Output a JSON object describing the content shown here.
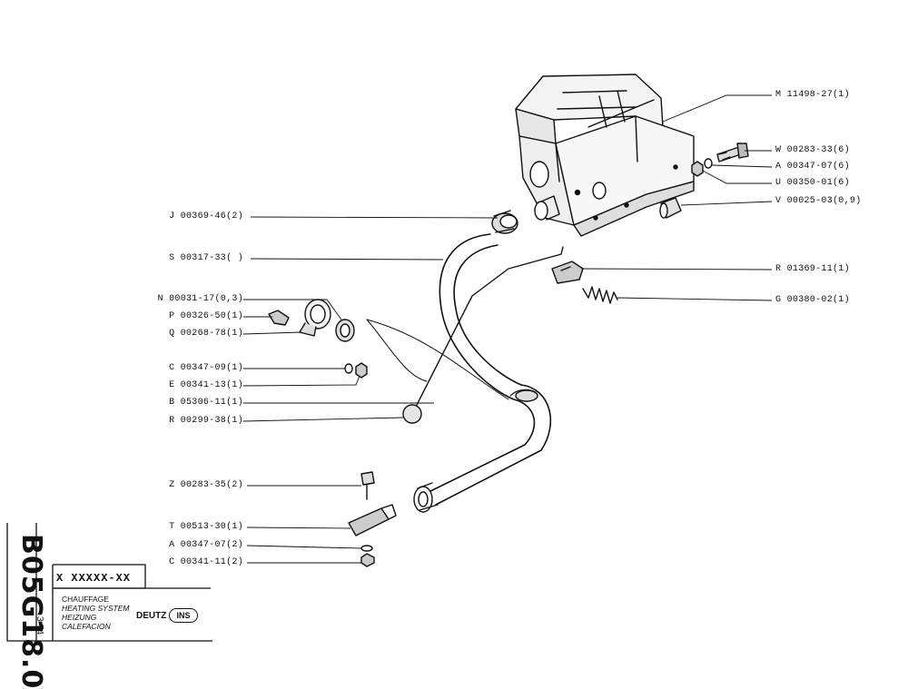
{
  "parts_left": [
    {
      "code": "J 00369-46(2)"
    },
    {
      "code": "S 00317-33(  )"
    },
    {
      "code": "N 00031-17(0,3)"
    },
    {
      "code": "P 00326-50(1)"
    },
    {
      "code": "Q 00268-78(1)"
    },
    {
      "code": "C 00347-09(1)"
    },
    {
      "code": "E 00341-13(1)"
    },
    {
      "code": "B 05306-11(1)"
    },
    {
      "code": "R 00299-38(1)"
    },
    {
      "code": "Z 00283-35(2)"
    },
    {
      "code": "T 00513-30(1)"
    },
    {
      "code": "A 00347-07(2)"
    },
    {
      "code": "C 00341-11(2)"
    }
  ],
  "parts_right": [
    {
      "code": "M 11498-27(1)"
    },
    {
      "code": "W 00283-33(6)"
    },
    {
      "code": "A 00347-07(6)"
    },
    {
      "code": "U 00350-01(6)"
    },
    {
      "code": "V 00025-03(0,9)"
    },
    {
      "code": "R 01369-11(1)"
    },
    {
      "code": "G 00380-02(1)"
    }
  ],
  "title_block": {
    "drawing_code": "B05G18.0",
    "date": "3-74",
    "serial": "X XXXXX-XX",
    "descriptions": [
      "CHAUFFAGE",
      "HEATING SYSTEM",
      "HEIZUNG",
      "CALEFACION"
    ],
    "manufacturer": "DEUTZ",
    "logo": "INS"
  }
}
